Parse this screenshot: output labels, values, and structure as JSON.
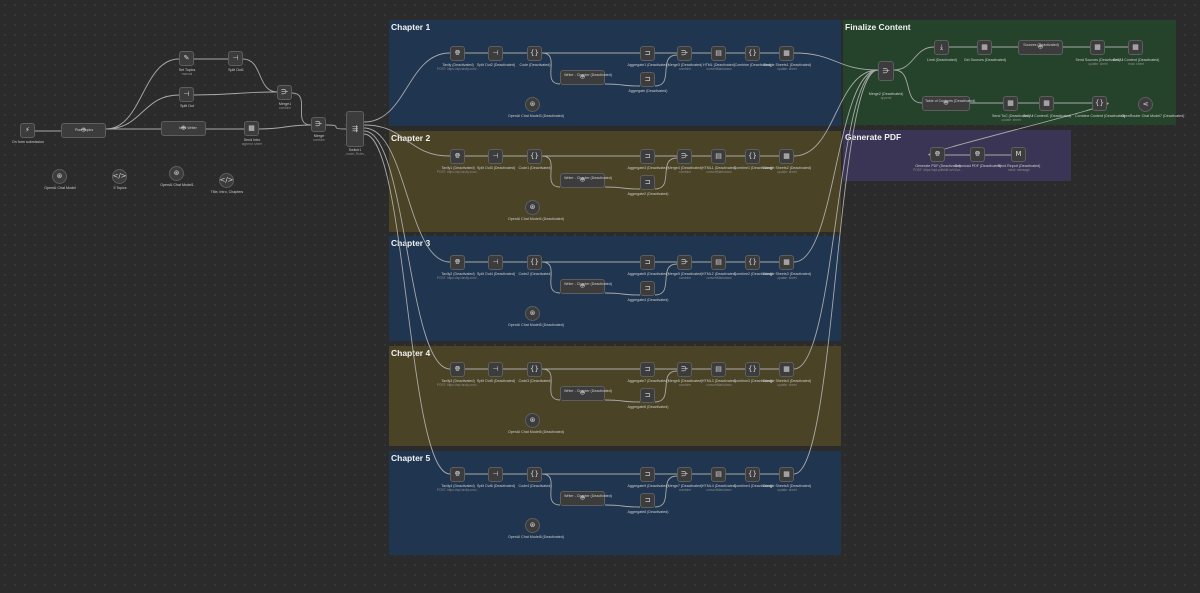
{
  "stickies": {
    "ch1": "Chapter 1",
    "ch2": "Chapter 2",
    "ch3": "Chapter 3",
    "ch4": "Chapter 4",
    "ch5": "Chapter 5",
    "finalize": "Finalize Content",
    "pdf": "Generate PDF"
  },
  "colors": {
    "blue": "#1f3550",
    "olive": "#4a4326",
    "green": "#24432a",
    "purple": "#3b3555",
    "wire": "#a9a9a9"
  },
  "nodes": {
    "trigger": {
      "label": "On form submission",
      "icon": "bolt-icon"
    },
    "planTopics": {
      "label": "Plan Topics"
    },
    "openaiChatModel": {
      "label": "OpenAI Chat Model"
    },
    "topicsParser": {
      "label": "5 Topics"
    },
    "setTopics": {
      "label": "Set Topics",
      "sub": "manual"
    },
    "splitOut": {
      "label": "Split Out"
    },
    "splitOut1": {
      "label": "Split Out1"
    },
    "merge1": {
      "label": "Merge1",
      "sub": "combine"
    },
    "introWriter": {
      "label": "Intro Writer"
    },
    "openaiChatModel1": {
      "label": "OpenAI Chat Model1"
    },
    "titleParser": {
      "label": "Title, Intro, Chapters"
    },
    "sendIntro": {
      "label": "Send Intro",
      "sub": "append: sheet"
    },
    "merge": {
      "label": "Merge",
      "sub": "combine"
    },
    "switch": {
      "label": "Switch1",
      "sub": "mode: Rules"
    },
    "merge2": {
      "label": "Merge2 (Deactivated)",
      "sub": "append"
    },
    "toc": {
      "label": "Table of Contents (Deactivated)"
    },
    "limit": {
      "label": "Limit (Deactivated)"
    },
    "getSources": {
      "label": "Get Sources (Deactivated)"
    },
    "sources": {
      "label": "Sources (Deactivated)"
    },
    "sendSources": {
      "label": "Send Sources (Deactivated)",
      "sub": "update: sheet"
    },
    "getAllContent": {
      "label": "Get All Content (Deactivated)",
      "sub": "read: sheet"
    },
    "sendToc": {
      "label": "Send ToC (Deactivated)",
      "sub": "update: sheet"
    },
    "getAllContent1": {
      "label": "Get All Content1 (Deactivated)"
    },
    "combineContent": {
      "label": "Combine Content (Deactivated)"
    },
    "openrouterModel": {
      "label": "OpenRouter Chat Model7 (Deactivated)"
    },
    "generatePdf": {
      "label": "Generate PDF (Deactivated)",
      "sub": "POST: https://api.pdfshift.io/v3/co..."
    },
    "downloadPdf": {
      "label": "Download PDF (Deactivated)"
    },
    "sendReport": {
      "label": "Send Report (Deactivated)",
      "sub": "send: message"
    }
  },
  "chapters": [
    {
      "tavily": "Tavily (Deactivated)",
      "tavily_sub": "POST: https://api.tavily.com/...",
      "split": "Split Out2 (Deactivated)",
      "code": "Code (Deactivated)",
      "writer": "Writer - Chapter (Deactivated)",
      "model": "OpenAI Chat Model3 (Deactivated)",
      "agg1": "Aggregate1 (Deactivated)",
      "agg2": "Aggregate (Deactivated)",
      "mergeN": "Merge3 (Deactivated)",
      "mergeN_sub": "combine",
      "html": "HTML (Deactivated)",
      "html_sub": "convertMarkdown",
      "combine": "Combine (Deactivated)",
      "sheets": "Google Sheets1 (Deactivated)",
      "sheets_sub": "update: sheet"
    },
    {
      "tavily": "Tavily1 (Deactivated)",
      "tavily_sub": "POST: https://api.tavily.com/...",
      "split": "Split Out3 (Deactivated)",
      "code": "Code1 (Deactivated)",
      "writer": "Writer - Chapter (Deactivated)",
      "model": "OpenAI Chat Model4 (Deactivated)",
      "agg1": "Aggregate3 (Deactivated)",
      "agg2": "Aggregate2 (Deactivated)",
      "mergeN": "Merge4 (Deactivated)",
      "mergeN_sub": "combine",
      "html": "HTML1 (Deactivated)",
      "html_sub": "convertMarkdown",
      "combine": "Combine1 (Deactivated)",
      "sheets": "Google Sheets2 (Deactivated)",
      "sheets_sub": "update: sheet"
    },
    {
      "tavily": "Tavily2 (Deactivated)",
      "tavily_sub": "POST: https://api.tavily.com/...",
      "split": "Split Out4 (Deactivated)",
      "code": "Code2 (Deactivated)",
      "writer": "Writer - Chapter (Deactivated)",
      "model": "OpenAI Chat Model5 (Deactivated)",
      "agg1": "Aggregate5 (Deactivated)",
      "agg2": "Aggregate4 (Deactivated)",
      "mergeN": "Merge5 (Deactivated)",
      "mergeN_sub": "combine",
      "html": "HTML2 (Deactivated)",
      "html_sub": "convertMarkdown",
      "combine": "Combine2 (Deactivated)",
      "sheets": "Google Sheets3 (Deactivated)",
      "sheets_sub": "update: sheet"
    },
    {
      "tavily": "Tavily3 (Deactivated)",
      "tavily_sub": "POST: https://api.tavily.com/...",
      "split": "Split Out5 (Deactivated)",
      "code": "Code3 (Deactivated)",
      "writer": "Writer - Chapter (Deactivated)",
      "model": "OpenAI Chat Model6 (Deactivated)",
      "agg1": "Aggregate7 (Deactivated)",
      "agg2": "Aggregate6 (Deactivated)",
      "mergeN": "Merge6 (Deactivated)",
      "mergeN_sub": "combine",
      "html": "HTML3 (Deactivated)",
      "html_sub": "convertMarkdown",
      "combine": "Combine3 (Deactivated)",
      "sheets": "Google Sheets4 (Deactivated)",
      "sheets_sub": "update: sheet"
    },
    {
      "tavily": "Tavily4 (Deactivated)",
      "tavily_sub": "POST: https://api.tavily.com/...",
      "split": "Split Out6 (Deactivated)",
      "code": "Code4 (Deactivated)",
      "writer": "Writer - Chapter (Deactivated)",
      "model": "OpenAI Chat Model8 (Deactivated)",
      "agg1": "Aggregate9 (Deactivated)",
      "agg2": "Aggregate8 (Deactivated)",
      "mergeN": "Merge7 (Deactivated)",
      "mergeN_sub": "combine",
      "html": "HTML4 (Deactivated)",
      "html_sub": "convertMarkdown",
      "combine": "Combine4 (Deactivated)",
      "sheets": "Google Sheets5 (Deactivated)",
      "sheets_sub": "update: sheet"
    }
  ]
}
